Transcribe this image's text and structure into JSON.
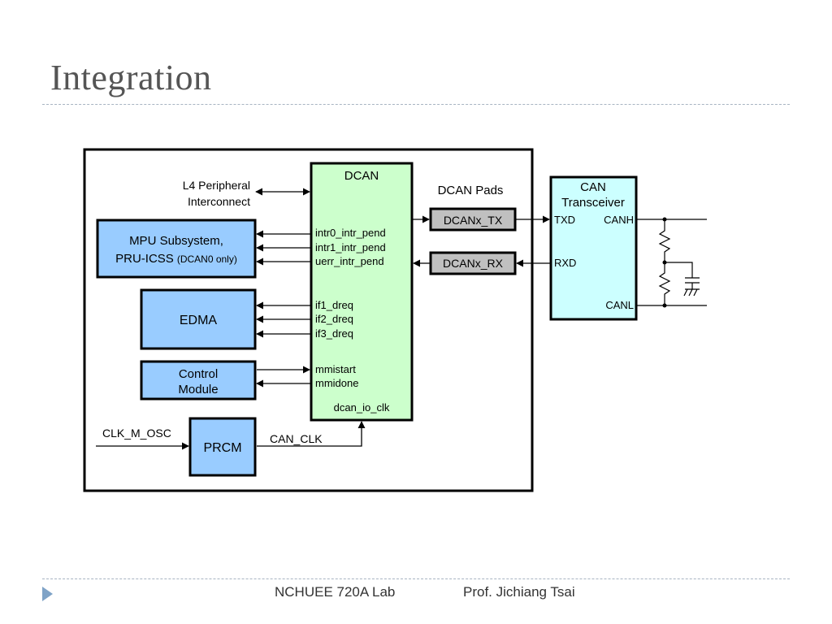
{
  "slide": {
    "title": "Integration",
    "footer_lab": "NCHUEE 720A Lab",
    "footer_prof": "Prof. Jichiang Tsai"
  },
  "diagram": {
    "dcan_title": "DCAN",
    "dcan_pads_label": "DCAN Pads",
    "l4_line1": "L4 Peripheral",
    "l4_line2": "Interconnect",
    "mpu_line1": "MPU Subsystem,",
    "mpu_line2_main": "PRU-ICSS",
    "mpu_line2_note": "(DCAN0 only)",
    "edma": "EDMA",
    "control_line1": "Control",
    "control_line2": "Module",
    "prcm": "PRCM",
    "clk_m_osc": "CLK_M_OSC",
    "can_clk": "CAN_CLK",
    "signals": {
      "intr0": "intr0_intr_pend",
      "intr1": "intr1_intr_pend",
      "uerr": "uerr_intr_pend",
      "if1": "if1_dreq",
      "if2": "if2_dreq",
      "if3": "if3_dreq",
      "mmistart": "mmistart",
      "mmidone": "mmidone",
      "dcan_io_clk": "dcan_io_clk"
    },
    "pad_tx": "DCANx_TX",
    "pad_rx": "DCANx_RX",
    "transceiver_line1": "CAN",
    "transceiver_line2": "Transceiver",
    "txd": "TXD",
    "rxd": "RXD",
    "canh": "CANH",
    "canl": "CANL"
  },
  "colors": {
    "dcan_fill": "#ccffcc",
    "module_fill": "#99ccff",
    "transceiver_fill": "#ccffff",
    "pad_fill": "#c0c0c0",
    "title_gray": "#555555",
    "footer_arrow": "#7fa3c7"
  }
}
